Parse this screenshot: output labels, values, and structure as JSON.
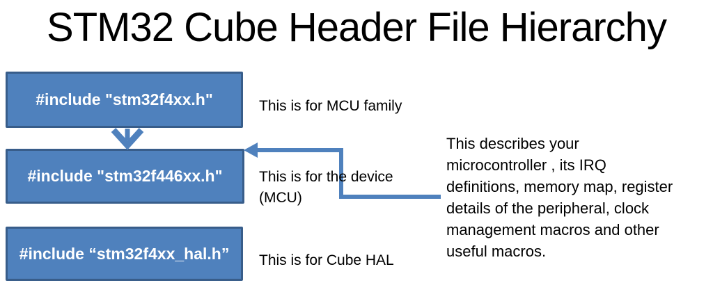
{
  "title": "STM32 Cube Header File Hierarchy",
  "colors": {
    "box_fill": "#4f81bd",
    "box_border": "#385d8a",
    "arrow": "#4f81bd",
    "box_text": "#ffffff",
    "text": "#000000",
    "background": "#ffffff"
  },
  "boxes": [
    {
      "code": "#include \"stm32f4xx.h\"",
      "note": "This is for MCU family"
    },
    {
      "code": "#include \"stm32f446xx.h\"",
      "note_lines": [
        "This is for the device",
        "(MCU)"
      ]
    },
    {
      "code": "#include “stm32f4xx_hal.h”",
      "note": "This is for Cube HAL"
    }
  ],
  "annotation": {
    "lines": [
      "This describes your",
      "microcontroller , its IRQ",
      "definitions, memory map, register",
      "details of the peripheral, clock",
      "management macros and other",
      "useful macros."
    ]
  }
}
